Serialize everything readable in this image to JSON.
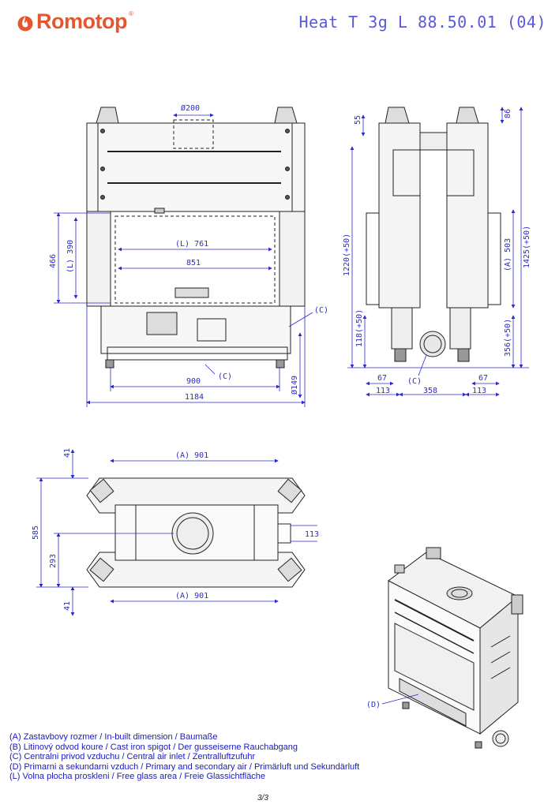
{
  "header": {
    "brand": "Romotop",
    "brand_mark": "®",
    "doc_code": "Heat T 3g L 88.50.01 (04)",
    "brand_color": "#e4572e",
    "dim_color": "#2a2ad0"
  },
  "front_view": {
    "flue_diameter": "Ø200",
    "glass_width": "(L) 761",
    "width_851": "851",
    "width_900": "900",
    "width_1184": "1184",
    "height_466": "466",
    "glass_height": "(L) 390",
    "inlet_diameter": "Ø149",
    "callout_c_side": "(C)",
    "callout_c_bottom": "(C)"
  },
  "side_view": {
    "dim_55": "55",
    "dim_86": "86",
    "dim_1220": "1220(+50)",
    "dim_1425": "1425(+50)",
    "dim_503": "(A) 503",
    "dim_118": "118(+50)",
    "dim_356": "356(+50)",
    "dim_67_left": "67",
    "dim_67_right": "67",
    "dim_113_left": "113",
    "dim_358": "358",
    "dim_113_right": "113",
    "callout_c": "(C)"
  },
  "plan_view": {
    "top_width": "(A) 901",
    "bottom_width": "(A) 901",
    "dim_41_top": "41",
    "dim_41_bottom": "41",
    "depth_585": "585",
    "depth_293": "293",
    "dim_113": "113"
  },
  "iso_view": {
    "callout_d": "(D)"
  },
  "legend": {
    "items": [
      "(A)  Zastavbovy rozmer / In-built dimension / Baumaße",
      "(B)  Litinový odvod koure / Cast iron spigot / Der gusseiserne Rauchabgang",
      "(C)  Centralni privod vzduchu / Central air inlet / Zentralluftzufuhr",
      "(D)  Primarni a sekundarni vzduch / Primary and secondary air / Primärluft und Sekundärluft",
      "(L)  Volna plocha proskleni / Free glass area / Freie Glassichtfläche"
    ]
  },
  "footer": {
    "page": "3/3"
  }
}
